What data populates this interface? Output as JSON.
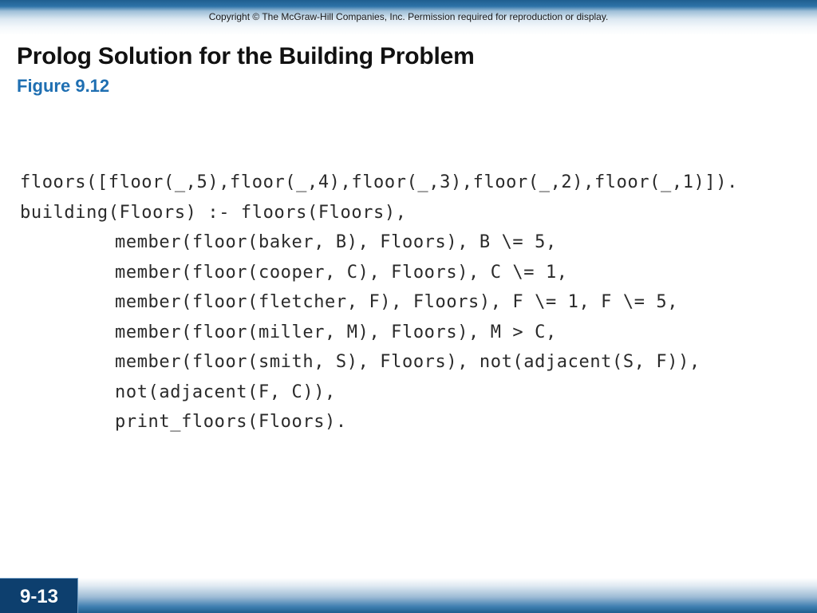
{
  "header": {
    "copyright": "Copyright © The McGraw-Hill Companies, Inc. Permission required for reproduction or display."
  },
  "slide": {
    "title": "Prolog Solution for the Building Problem",
    "subtitle": "Figure 9.12"
  },
  "code": {
    "lines": [
      "floors([floor(_,5),floor(_,4),floor(_,3),floor(_,2),floor(_,1)]).",
      "building(Floors) :- floors(Floors),",
      "member(floor(baker, B), Floors), B \\= 5,",
      "member(floor(cooper, C), Floors), C \\= 1,",
      "member(floor(fletcher, F), Floors), F \\= 1, F \\= 5,",
      "member(floor(miller, M), Floors), M > C,",
      "member(floor(smith, S), Floors), not(adjacent(S, F)),",
      "not(adjacent(F, C)),",
      "print_floors(Floors)."
    ]
  },
  "footer": {
    "page_number": "9-13"
  }
}
